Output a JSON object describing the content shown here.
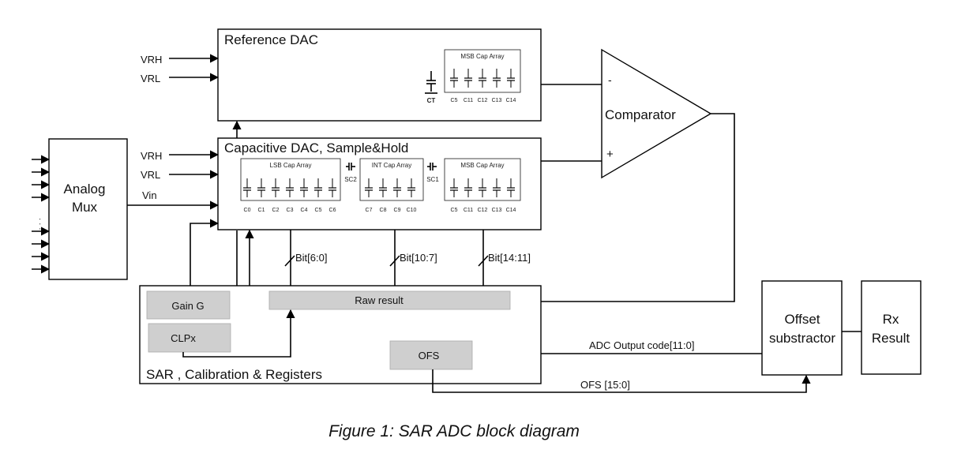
{
  "blocks": {
    "reference_dac": "Reference DAC",
    "capacitive_dac": "Capacitive DAC, Sample&Hold",
    "analog_mux_line1": "Analog",
    "analog_mux_line2": "Mux",
    "comparator": "Comparator",
    "sar": "SAR , Calibration & Registers",
    "offset_line1": "Offset",
    "offset_line2": "substractor",
    "rx_line1": "Rx",
    "rx_line2": "Result"
  },
  "ref_inputs": [
    "VRH",
    "VRL"
  ],
  "cap_inputs": [
    "VRH",
    "VRL",
    "Vin"
  ],
  "comparator_signs": {
    "minus": "-",
    "plus": "+"
  },
  "cap_arrays": {
    "ref_msb_title": "MSB Cap Array",
    "ref_ct": "CT",
    "ref_msb_labels": [
      "C5",
      "C11",
      "C12",
      "C13",
      "C14"
    ],
    "lsb_title": "LSB Cap Array",
    "lsb_labels": [
      "C0",
      "C1",
      "C2",
      "C3",
      "C4",
      "C5",
      "C6"
    ],
    "int_title": "INT Cap Array",
    "int_labels": [
      "C7",
      "C8",
      "C9",
      "C10"
    ],
    "msb_title": "MSB Cap Array",
    "msb_labels": [
      "C5",
      "C11",
      "C12",
      "C13",
      "C14"
    ],
    "sc2": "SC2",
    "sc1": "SC1"
  },
  "buses": [
    "Bit[6:0]",
    "Bit[10:7]",
    "Bit[14:11]"
  ],
  "registers": {
    "gain": "Gain G",
    "clpx": "CLPx",
    "raw": "Raw result",
    "ofs": "OFS"
  },
  "signals": {
    "adc_output": "ADC Output code[11:0]",
    "ofs_bus": "OFS [15:0]"
  },
  "caption": "Figure 1: SAR ADC block diagram",
  "mux_inputs_dots": "· · ·"
}
